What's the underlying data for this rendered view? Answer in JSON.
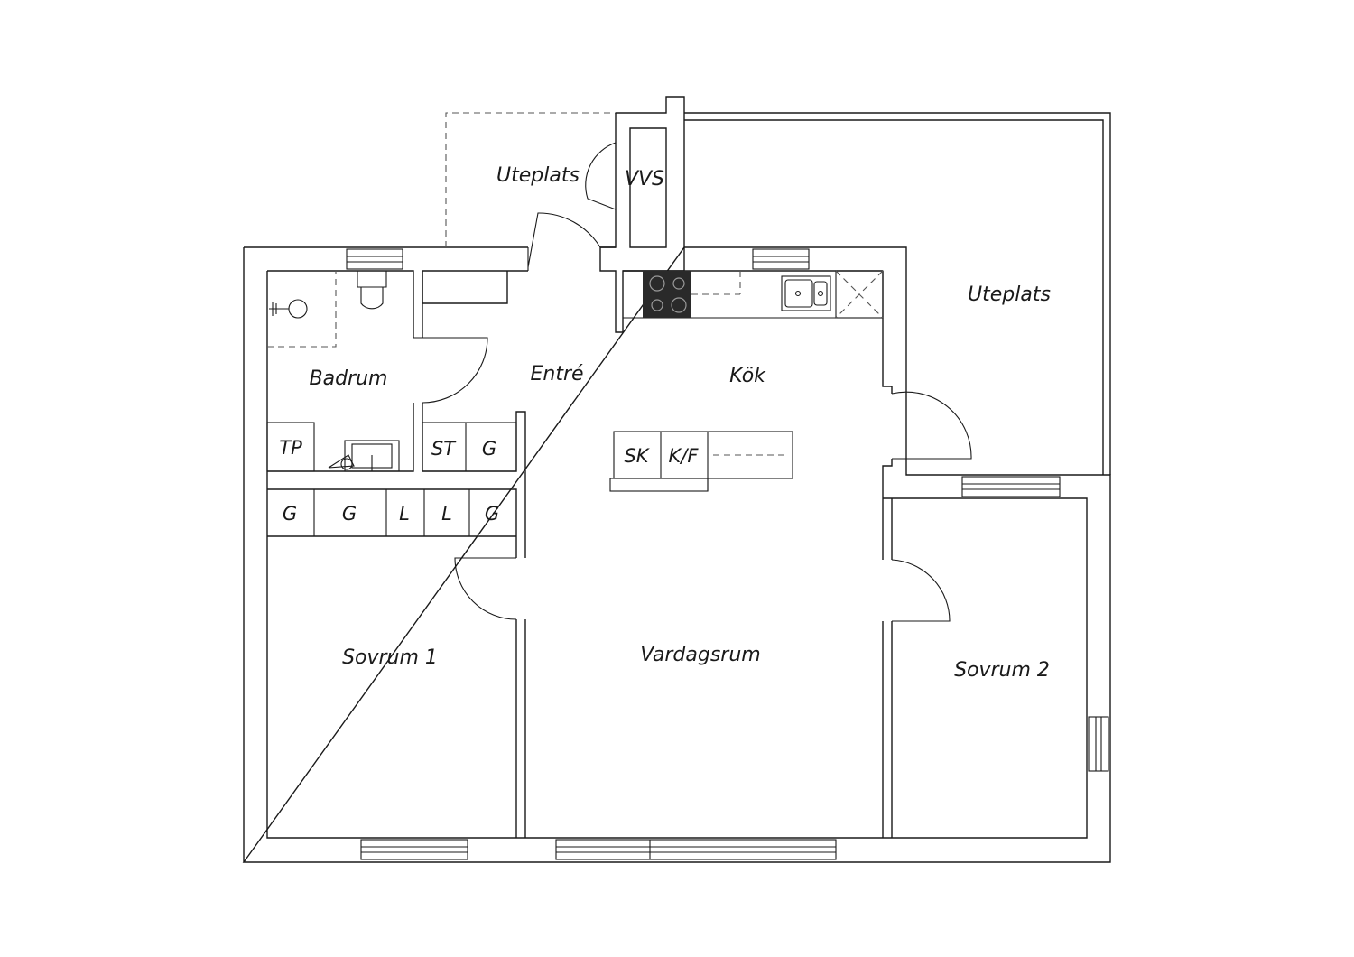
{
  "rooms": {
    "uteplats_north": "Uteplats",
    "vvs": "VVS",
    "uteplats_east": "Uteplats",
    "badrum": "Badrum",
    "entre": "Entré",
    "kok": "Kök",
    "sovrum1": "Sovrum 1",
    "vardagsrum": "Vardagsrum",
    "sovrum2": "Sovrum 2"
  },
  "fixtures": {
    "tp": "TP",
    "st": "ST",
    "g_entre": "G",
    "sk": "SK",
    "kf": "K/F",
    "closets": [
      "G",
      "G",
      "L",
      "L",
      "G"
    ]
  },
  "colors": {
    "wall": "#1a1a1a",
    "hob": "#2a2a2a",
    "background": "#ffffff"
  }
}
